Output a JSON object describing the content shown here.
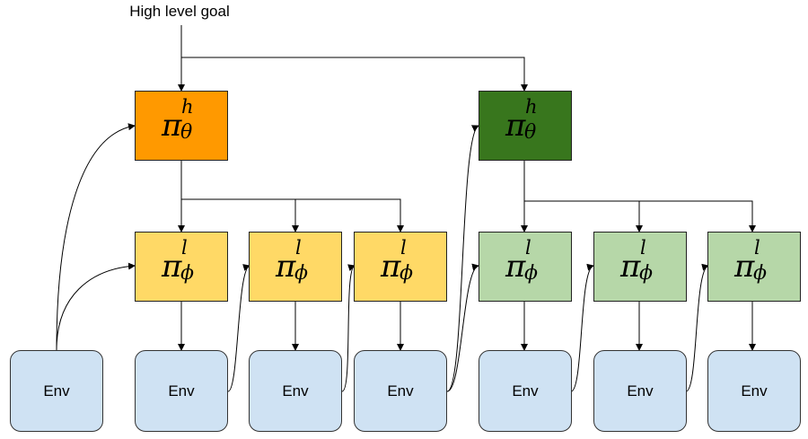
{
  "goal_label": "High level goal",
  "high_policy": {
    "base": "π",
    "sup": "h",
    "sub": "θ"
  },
  "low_policy": {
    "base": "π",
    "sup": "l",
    "sub": "ϕ"
  },
  "env_label": "Env",
  "colors": {
    "orange_high": "#ff9900",
    "green_high": "#38761d",
    "yellow_low": "#ffd966",
    "green_low": "#b6d7a8",
    "env_blue": "#cfe2f3"
  }
}
